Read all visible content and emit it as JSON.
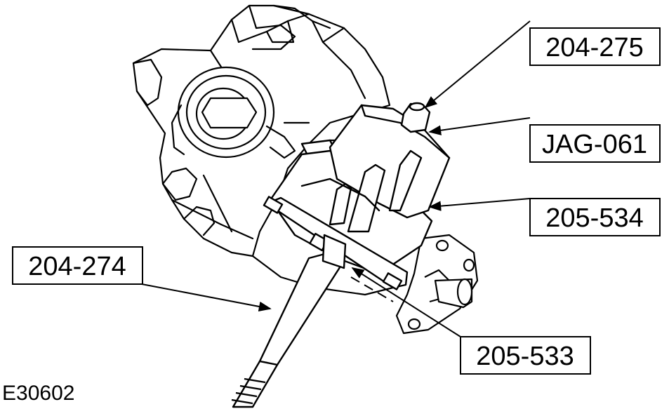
{
  "figure": {
    "id_label": "E30602"
  },
  "callouts": [
    {
      "label": "204-275"
    },
    {
      "label": "JAG-061"
    },
    {
      "label": "205-534"
    },
    {
      "label": "204-274"
    },
    {
      "label": "205-533"
    }
  ],
  "colors": {
    "ink": "#000000",
    "paper": "#ffffff"
  }
}
